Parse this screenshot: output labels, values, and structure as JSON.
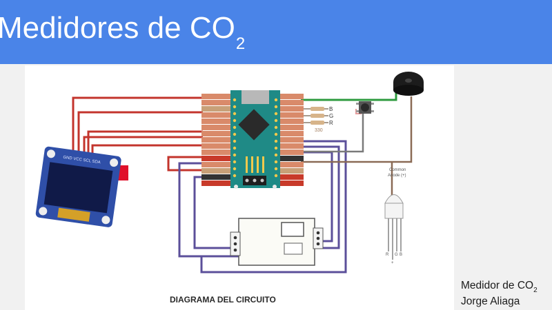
{
  "slide": {
    "title": "Medidores de CO",
    "title_subscript": "2",
    "caption": "DIAGRAMA DEL CIRCUITO",
    "footer_line1": "Medidor de CO",
    "footer_line1_subscript": "2",
    "footer_line2": "Jorge Aliaga"
  },
  "diagram": {
    "oled_header": "GND VCC SCL SDA",
    "led_labels": [
      "B",
      "G",
      "R"
    ],
    "resistor_value": "330",
    "rgb_note_line1": "Common",
    "rgb_note_line2": "Anode (+)",
    "rgb_pin_labels": [
      "R",
      "G",
      "B"
    ],
    "rgb_common": "+"
  },
  "colors": {
    "title_bar": "#4a84e8",
    "wire_red": "#c3342c",
    "wire_purple": "#5b4f9a",
    "wire_green": "#2d9a3e",
    "wire_brown": "#8a6a55",
    "board_teal": "#1f8a86"
  }
}
